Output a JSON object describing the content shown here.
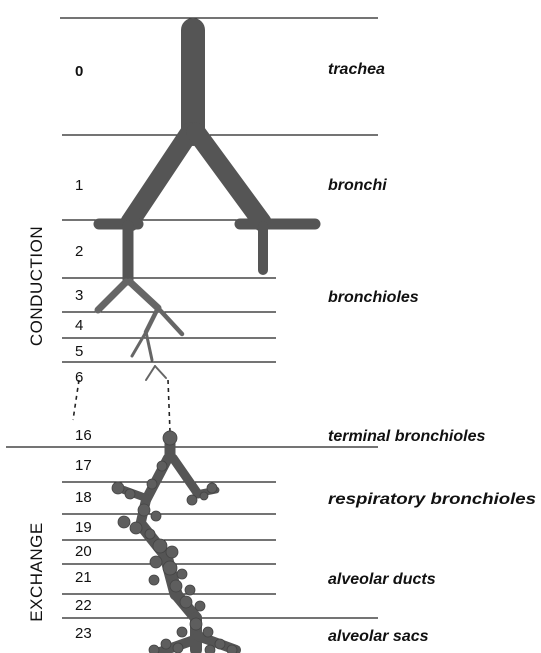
{
  "regions": {
    "conduction": "CONDUCTION",
    "exchange": "EXCHANGE"
  },
  "generations": [
    "0",
    "1",
    "2",
    "3",
    "4",
    "5",
    "6",
    "16",
    "17",
    "18",
    "19",
    "20",
    "21",
    "22",
    "23"
  ],
  "structures": {
    "trachea": "trachea",
    "bronchi": "bronchi",
    "bronchioles": "bronchioles",
    "terminal_bronchioles": "terminal bronchioles",
    "respiratory_bronchioles": "respiratory bronchioles",
    "alveolar_ducts": "alveolar ducts",
    "alveolar_sacs": "alveolar sacs"
  },
  "colors": {
    "airway": "#555555",
    "lines": "#222222",
    "alveoli": "#5e5e5e"
  }
}
